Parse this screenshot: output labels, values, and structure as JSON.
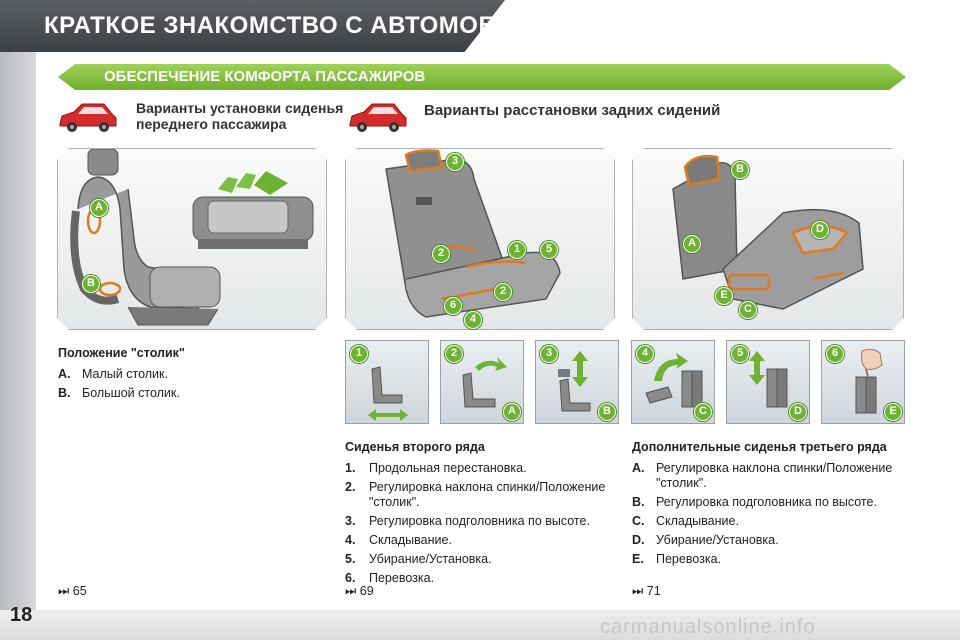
{
  "header": {
    "title": "КРАТКОЕ ЗНАКОМСТВО С АВТОМОБИЛЕМ"
  },
  "banner": {
    "title": "ОБЕСПЕЧЕНИЕ КОМФОРТА ПАССАЖИРОВ"
  },
  "left_section": {
    "title_line1": "Варианты установки сиденья",
    "title_line2": "переднего пассажира",
    "heading": "Положение \"столик\"",
    "items": [
      {
        "key": "A.",
        "text": "Малый столик."
      },
      {
        "key": "B.",
        "text": "Большой столик."
      }
    ],
    "ref": "65"
  },
  "right_section": {
    "title": "Варианты расстановки задних сидений"
  },
  "second_row": {
    "heading": "Сиденья второго ряда",
    "items": [
      {
        "key": "1.",
        "text": "Продольная перестановка."
      },
      {
        "key": "2.",
        "text": "Регулировка наклона спинки/Положение \"столик\"."
      },
      {
        "key": "3.",
        "text": "Регулировка подголовника по высоте."
      },
      {
        "key": "4.",
        "text": "Складывание."
      },
      {
        "key": "5.",
        "text": "Убирание/Установка."
      },
      {
        "key": "6.",
        "text": "Перевозка."
      }
    ],
    "ref": "69"
  },
  "third_row": {
    "heading": "Дополнительные сиденья третьего ряда",
    "items": [
      {
        "key": "A.",
        "text": "Регулировка наклона спинки/Положение \"столик\"."
      },
      {
        "key": "B.",
        "text": "Регулировка подголовника по высоте."
      },
      {
        "key": "C.",
        "text": "Складывание."
      },
      {
        "key": "D.",
        "text": "Убирание/Установка."
      },
      {
        "key": "E.",
        "text": "Перевозка."
      }
    ],
    "ref": "71"
  },
  "panels": {
    "front_labels": [
      "A",
      "B"
    ],
    "second_labels": [
      "3",
      "2",
      "1",
      "5",
      "2",
      "6",
      "4"
    ],
    "third_labels": [
      "B",
      "D",
      "A",
      "E",
      "C"
    ]
  },
  "thumbs": [
    {
      "num": "1",
      "letter": ""
    },
    {
      "num": "2",
      "letter": "A"
    },
    {
      "num": "3",
      "letter": "B"
    },
    {
      "num": "4",
      "letter": "C"
    },
    {
      "num": "5",
      "letter": "D"
    },
    {
      "num": "6",
      "letter": "E"
    }
  ],
  "ref_icon": "book-reference-icon",
  "page": {
    "number": "18"
  },
  "watermark": "carmanualsonline.info",
  "colors": {
    "accent_green": "#6cb332",
    "header_gray": "#4a4e52",
    "highlight_orange": "#e07a1c",
    "car_red": "#d62b2b"
  }
}
